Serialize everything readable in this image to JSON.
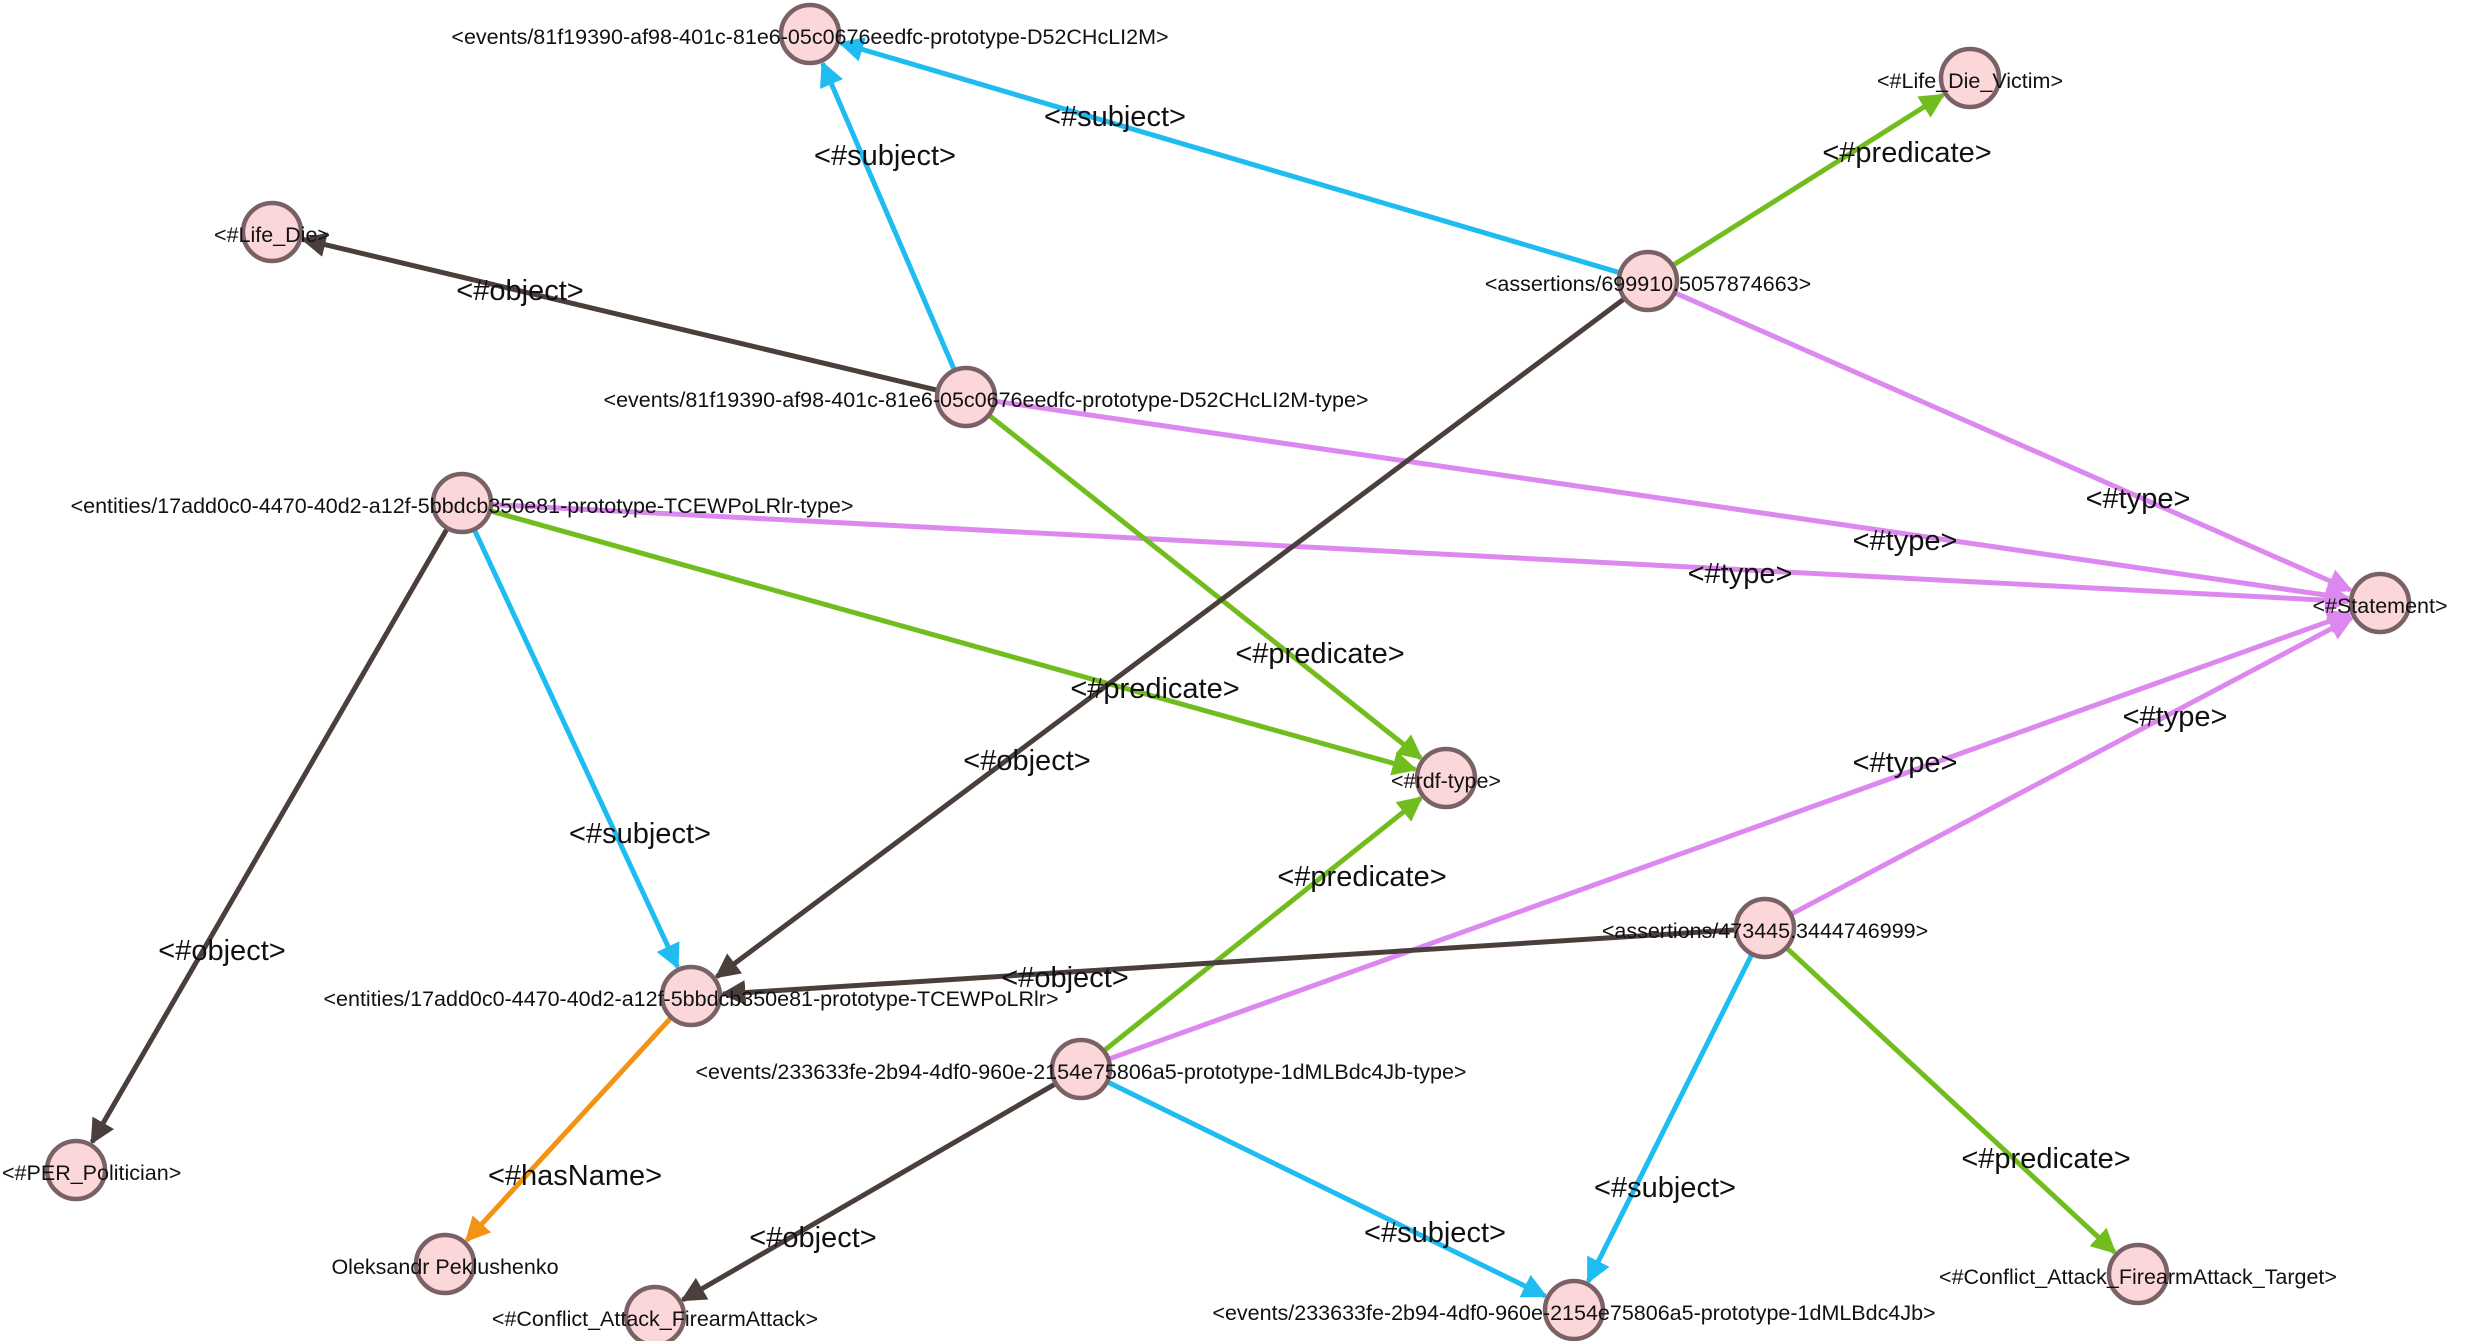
{
  "colors": {
    "subject": "#1ebcf0",
    "predicate": "#72bd1e",
    "object": "#4a3f3b",
    "type": "#dd88ef",
    "hasName": "#f29313",
    "node_fill": "#fcd7d9",
    "node_stroke": "#7a6166"
  },
  "nodes": [
    {
      "id": "ev1",
      "label": "<events/81f19390-af98-401c-81e6-05c0676eedfc-prototype-D52CHcLI2M>"
    },
    {
      "id": "victim",
      "label": "<#Life_Die_Victim>"
    },
    {
      "id": "lifedie",
      "label": "<#Life_Die>"
    },
    {
      "id": "as1",
      "label": "<assertions/699910.5057874663>"
    },
    {
      "id": "ev1type",
      "label": "<events/81f19390-af98-401c-81e6-05c0676eedfc-prototype-D52CHcLI2M-type>"
    },
    {
      "id": "ent1type",
      "label": "<entities/17add0c0-4470-40d2-a12f-5bbdcb350e81-prototype-TCEWPoLRlr-type>"
    },
    {
      "id": "statement",
      "label": "<#Statement>"
    },
    {
      "id": "rdftype",
      "label": "<#rdf-type>"
    },
    {
      "id": "as2",
      "label": "<assertions/473445.3444746999>"
    },
    {
      "id": "ent1",
      "label": "<entities/17add0c0-4470-40d2-a12f-5bbdcb350e81-prototype-TCEWPoLRlr>"
    },
    {
      "id": "ev2type",
      "label": "<events/233633fe-2b94-4df0-960e-2154e75806a5-prototype-1dMLBdc4Jb-type>"
    },
    {
      "id": "politician",
      "label": "<#PER_Politician>"
    },
    {
      "id": "name",
      "label": "Oleksandr Peklushenko"
    },
    {
      "id": "firearm",
      "label": "<#Conflict_Attack_FirearmAttack>"
    },
    {
      "id": "ev2",
      "label": "<events/233633fe-2b94-4df0-960e-2154e75806a5-prototype-1dMLBdc4Jb>"
    },
    {
      "id": "target",
      "label": "<#Conflict_Attack_FirearmAttack_Target>"
    }
  ],
  "edges": [
    {
      "from": "as1",
      "to": "ev1",
      "label": "<#subject>",
      "kind": "subject"
    },
    {
      "from": "ev1type",
      "to": "ev1",
      "label": "<#subject>",
      "kind": "subject"
    },
    {
      "from": "as1",
      "to": "victim",
      "label": "<#predicate>",
      "kind": "predicate"
    },
    {
      "from": "ev1type",
      "to": "lifedie",
      "label": "<#object>",
      "kind": "object"
    },
    {
      "from": "as1",
      "to": "statement",
      "label": "<#type>",
      "kind": "type"
    },
    {
      "from": "ev1type",
      "to": "statement",
      "label": "<#type>",
      "kind": "type"
    },
    {
      "from": "ent1type",
      "to": "statement",
      "label": "<#type>",
      "kind": "type"
    },
    {
      "from": "ev1type",
      "to": "rdftype",
      "label": "<#predicate>",
      "kind": "predicate"
    },
    {
      "from": "ent1type",
      "to": "rdftype",
      "label": "<#predicate>",
      "kind": "predicate"
    },
    {
      "from": "as1",
      "to": "ent1",
      "label": "<#object>",
      "kind": "object"
    },
    {
      "from": "ent1type",
      "to": "ent1",
      "label": "<#subject>",
      "kind": "subject"
    },
    {
      "from": "ent1type",
      "to": "politician",
      "label": "<#object>",
      "kind": "object"
    },
    {
      "from": "ev2type",
      "to": "rdftype",
      "label": "<#predicate>",
      "kind": "predicate"
    },
    {
      "from": "ev2type",
      "to": "statement",
      "label": "<#type>",
      "kind": "type"
    },
    {
      "from": "as2",
      "to": "statement",
      "label": "<#type>",
      "kind": "type"
    },
    {
      "from": "as2",
      "to": "ent1",
      "label": "<#object>",
      "kind": "object"
    },
    {
      "from": "ent1",
      "to": "name",
      "label": "<#hasName>",
      "kind": "hasName"
    },
    {
      "from": "ev2type",
      "to": "firearm",
      "label": "<#object>",
      "kind": "object"
    },
    {
      "from": "ev2type",
      "to": "ev2",
      "label": "<#subject>",
      "kind": "subject"
    },
    {
      "from": "as2",
      "to": "ev2",
      "label": "<#subject>",
      "kind": "subject"
    },
    {
      "from": "as2",
      "to": "target",
      "label": "<#predicate>",
      "kind": "predicate"
    }
  ]
}
